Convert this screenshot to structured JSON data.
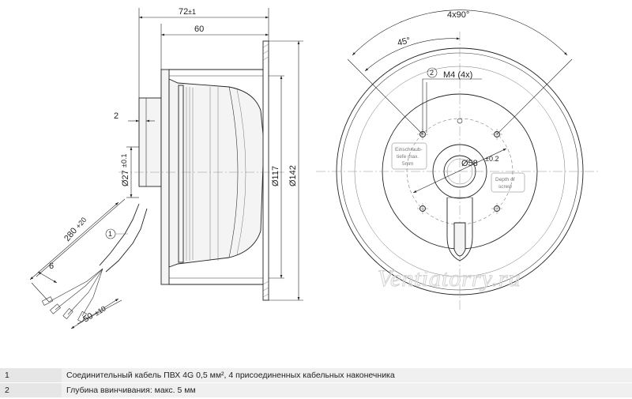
{
  "side_view": {
    "dim_overall_length": "72",
    "dim_overall_length_tol": "±1",
    "dim_body_length": "60",
    "dim_flange": "2",
    "dim_shaft_dia": "Ø27",
    "dim_shaft_dia_tol": "±0.1",
    "dim_dia_117": "Ø117",
    "dim_dia_142": "Ø142",
    "dim_cable_length": "280",
    "dim_cable_length_tol": "+20",
    "dim_strip": "6",
    "dim_wire_length": "50",
    "dim_wire_length_tol": "±10",
    "callout_1": "1"
  },
  "front_view": {
    "dim_pitch": "4x90°",
    "dim_angle": "45°",
    "thread_label": "M4 (4x)",
    "callout_2": "2",
    "dim_bolt_circle": "Ø58",
    "dim_bolt_circle_tol": "±0.2",
    "note_de": [
      "Einschraub-",
      "tiefe max.",
      "5mm"
    ],
    "note_en": [
      "Depth of",
      "screw"
    ]
  },
  "watermark": "Ventiatorry.ru",
  "notes": [
    {
      "num": "1",
      "text": "Соединительный кабель ПВХ 4G 0,5 мм², 4 присоединенных кабельных наконечника"
    },
    {
      "num": "2",
      "text": "Глубина ввинчивания: макс. 5 мм"
    }
  ]
}
